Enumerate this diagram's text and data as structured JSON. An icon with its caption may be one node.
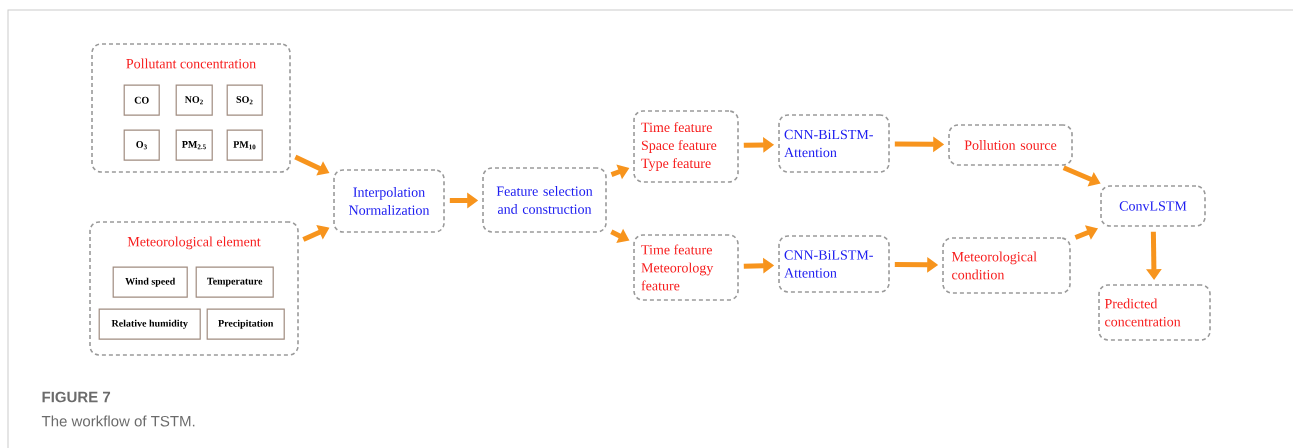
{
  "diagram": {
    "title": "FIGURE 7",
    "caption": "The workflow of TSTM.",
    "nodes": [
      {
        "text": [
          "Pollutant concentration"
        ]
      },
      {
        "text": [
          "CO"
        ],
        "in": 0
      },
      {
        "text": [
          "NO$_{2}$"
        ],
        "in": 0
      },
      {
        "text": [
          "SO$_{2}$"
        ],
        "in": 0
      },
      {
        "text": [
          "O$_{3}$"
        ],
        "in": 0
      },
      {
        "text": [
          "PM$_{2.5}$"
        ],
        "in": 0
      },
      {
        "text": [
          "PM$_{10}$"
        ],
        "in": 0
      },
      {
        "text": [
          "Meteorological element"
        ]
      },
      {
        "text": [
          "Wind speed"
        ],
        "in": 7
      },
      {
        "text": [
          "Temperature"
        ],
        "in": 7
      },
      {
        "text": [
          "Relative humidity"
        ],
        "in": 7
      },
      {
        "text": [
          "Precipitation"
        ],
        "in": 7
      },
      {
        "text": [
          "Interpolation Normalization"
        ]
      },
      {
        "text": [
          "Feature selection and construction"
        ]
      },
      {
        "text": [
          "Time feature Space feature Type feature"
        ]
      },
      {
        "text": [
          "CNN-BiLSTM-Attention"
        ]
      },
      {
        "text": [
          "Pollution source"
        ]
      },
      {
        "text": [
          "Time feature Meteorology feature"
        ]
      },
      {
        "text": [
          "CNN-BiLSTM-Attention"
        ]
      },
      {
        "text": [
          "Meteorological condition"
        ]
      },
      {
        "text": [
          "ConvLSTM"
        ]
      },
      {
        "text": [
          "Predicted concentration"
        ]
      }
    ],
    "edges": [
      {
        "from": 0,
        "to": 12,
        "arrow": "to"
      },
      {
        "from": 7,
        "to": 12,
        "arrow": "to"
      },
      {
        "from": 12,
        "to": 13,
        "arrow": "to"
      },
      {
        "from": 13,
        "to": 14,
        "arrow": "to"
      },
      {
        "from": 13,
        "to": 17,
        "arrow": "to"
      },
      {
        "from": 14,
        "to": 15,
        "arrow": "to"
      },
      {
        "from": 15,
        "to": 16,
        "arrow": "to"
      },
      {
        "from": 17,
        "to": 18,
        "arrow": "to"
      },
      {
        "from": 18,
        "to": 19,
        "arrow": "to"
      },
      {
        "from": 16,
        "to": 20,
        "arrow": "to"
      },
      {
        "from": 19,
        "to": 20,
        "arrow": "to"
      },
      {
        "from": 20,
        "to": 21,
        "arrow": "to"
      }
    ]
  }
}
